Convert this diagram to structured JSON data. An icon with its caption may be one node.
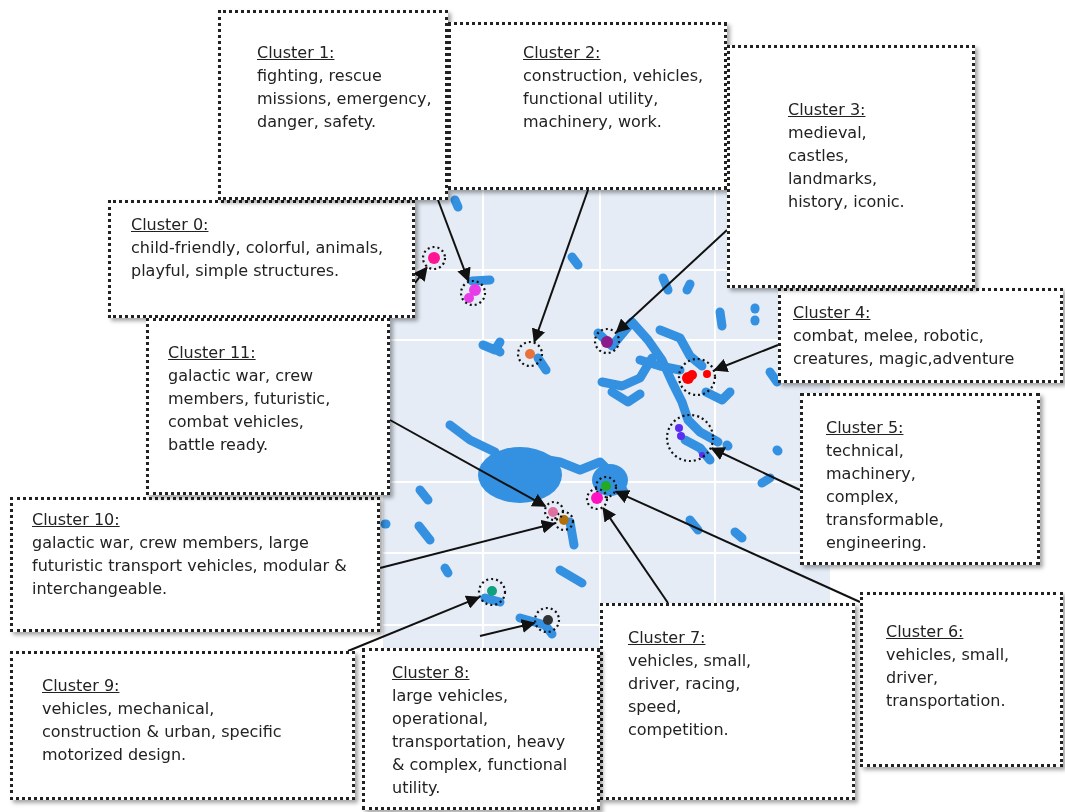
{
  "diagram": {
    "nodes": [
      {
        "text": [
          "Cluster 0:",
          "child-friendly, colorful, animals, playful, simple structures."
        ]
      },
      {
        "text": [
          "Cluster 1:",
          "fighting, rescue missions, emergency, danger, safety."
        ]
      },
      {
        "text": [
          "Cluster 2:",
          "construction, vehicles, functional utility, machinery, work."
        ]
      },
      {
        "text": [
          "Cluster 3:",
          "medieval, castles, landmarks, history, iconic."
        ]
      },
      {
        "text": [
          "Cluster 4:",
          "combat, melee, robotic, creatures, magic,adventure"
        ]
      },
      {
        "text": [
          "Cluster 5:",
          "technical, machinery, complex, transformable, engineering."
        ]
      },
      {
        "text": [
          "Cluster 6:",
          "vehicles, small, driver, transportation."
        ]
      },
      {
        "text": [
          "Cluster 7:",
          "vehicles, small, driver, racing, speed, competition."
        ]
      },
      {
        "text": [
          "Cluster 8:",
          "large vehicles, operational, transportation, heavy & complex, functional utility."
        ]
      },
      {
        "text": [
          "Cluster 9:",
          "vehicles, mechanical, construction & urban, specific motorized design."
        ]
      },
      {
        "text": [
          "Cluster 10:",
          "galactic war, crew members, large futuristic transport vehicles, modular & interchangeable."
        ]
      },
      {
        "text": [
          "Cluster 11:",
          "galactic war, crew members, futuristic, combat vehicles, battle ready."
        ]
      },
      {
        "text": [],
        "shape": "circle"
      },
      {
        "text": [],
        "shape": "circle"
      },
      {
        "text": [],
        "shape": "circle"
      },
      {
        "text": [],
        "shape": "circle"
      },
      {
        "text": [],
        "shape": "circle"
      },
      {
        "text": [],
        "shape": "circle"
      },
      {
        "text": [],
        "shape": "circle"
      },
      {
        "text": [],
        "shape": "circle"
      },
      {
        "text": [],
        "shape": "circle"
      },
      {
        "text": [],
        "shape": "circle"
      },
      {
        "text": [],
        "shape": "circle"
      },
      {
        "text": [],
        "shape": "circle"
      }
    ],
    "edges": [
      {
        "from": 0,
        "to": 12,
        "arrow": "to"
      },
      {
        "from": 1,
        "to": 13,
        "arrow": "to"
      },
      {
        "from": 2,
        "to": 14,
        "arrow": "to"
      },
      {
        "from": 3,
        "to": 15,
        "arrow": "to"
      },
      {
        "from": 4,
        "to": 16,
        "arrow": "to"
      },
      {
        "from": 5,
        "to": 17,
        "arrow": "to"
      },
      {
        "from": 6,
        "to": 18,
        "arrow": "to"
      },
      {
        "from": 7,
        "to": 19,
        "arrow": "to"
      },
      {
        "from": 8,
        "to": 20,
        "arrow": "to"
      },
      {
        "from": 9,
        "to": 21,
        "arrow": "to"
      },
      {
        "from": 10,
        "to": 22,
        "arrow": "to"
      },
      {
        "from": 11,
        "to": 23,
        "arrow": "to"
      }
    ]
  }
}
